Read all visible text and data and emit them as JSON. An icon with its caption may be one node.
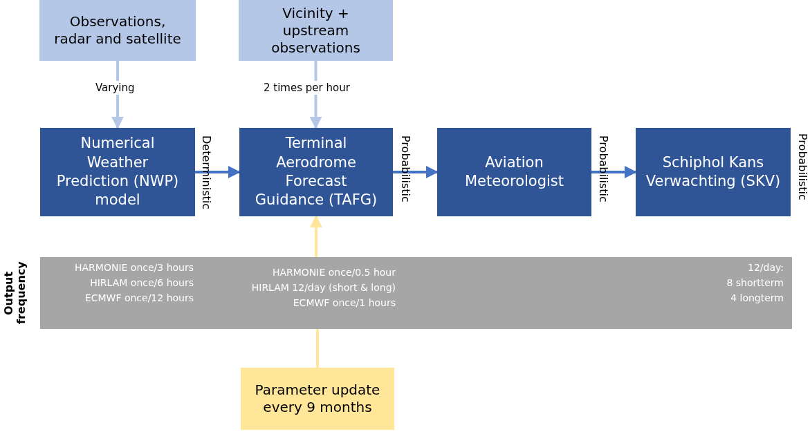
{
  "diagram": {
    "nodes": [
      {
        "text": [
          "Observations, radar and satellite"
        ]
      },
      {
        "text": [
          "Vicinity + upstream observations"
        ]
      },
      {
        "text": [
          "Numerical Weather Prediction (NWP) model"
        ]
      },
      {
        "text": [
          "Terminal Aerodrome Forecast Guidance (TAFG)"
        ]
      },
      {
        "text": [
          "Aviation Meteorologist"
        ]
      },
      {
        "text": [
          "Schiphol Kans Verwachting (SKV)"
        ],
        "beside": [
          "Probabilistic"
        ]
      },
      {
        "text": [
          "Output frequency",
          "HARMONIE once/3 hours",
          "HIRLAM once/6 hours",
          "ECMWF once/12 hours",
          "HARMONIE once/0.5  hour",
          "HIRLAM 12/day (short & long)",
          "ECMWF once/1 hours",
          "12/day:",
          "8 shortterm",
          "4 longterm"
        ]
      },
      {
        "text": [
          "Parameter update every 9 months"
        ]
      }
    ],
    "edges": [
      {
        "from": 0,
        "to": 2,
        "arrow": "to",
        "label": "Varying",
        "color": "#b4c7e7"
      },
      {
        "from": 1,
        "to": 3,
        "arrow": "to",
        "label": "2 times per hour",
        "color": "#b4c7e7"
      },
      {
        "from": 2,
        "to": 3,
        "arrow": "to",
        "label": "Deterministic"
      },
      {
        "from": 3,
        "to": 4,
        "arrow": "to",
        "label": "Probabilistic"
      },
      {
        "from": 4,
        "to": 5,
        "arrow": "to",
        "label": "Probabilistic"
      },
      {
        "from": 7,
        "to": 6,
        "arrow": "none",
        "color": "#ffe699"
      },
      {
        "from": 6,
        "to": 3,
        "arrow": "to",
        "color": "#ffe699"
      }
    ]
  }
}
